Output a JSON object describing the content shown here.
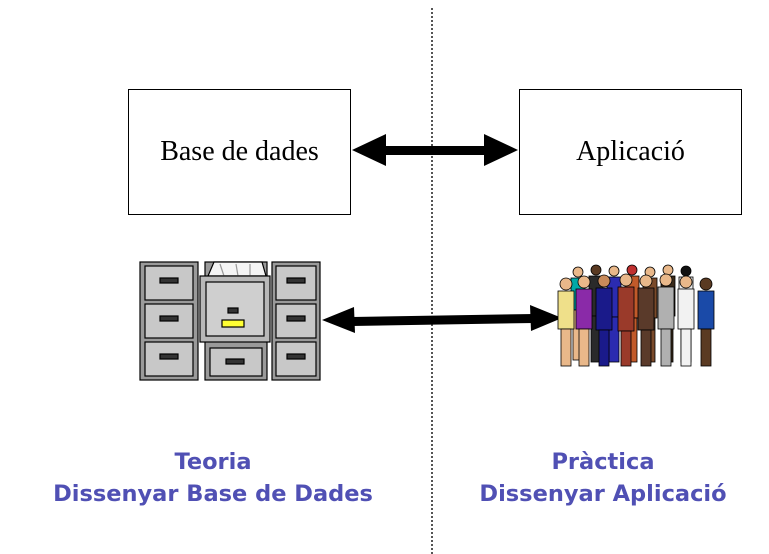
{
  "boxes": {
    "database_label": "Base de dades",
    "application_label": "Aplicació"
  },
  "captions": {
    "left_title": "Teoria",
    "left_subtitle": "Dissenyar Base de Dades",
    "right_title": "Pràctica",
    "right_subtitle": "Dissenyar Aplicació"
  },
  "colors": {
    "caption": "#5050b4",
    "arrow": "#000000",
    "cabinet": "#9a9a9a",
    "highlight": "#ffff33"
  },
  "icons": {
    "left": "filing-cabinets-icon",
    "right": "people-group-icon"
  }
}
